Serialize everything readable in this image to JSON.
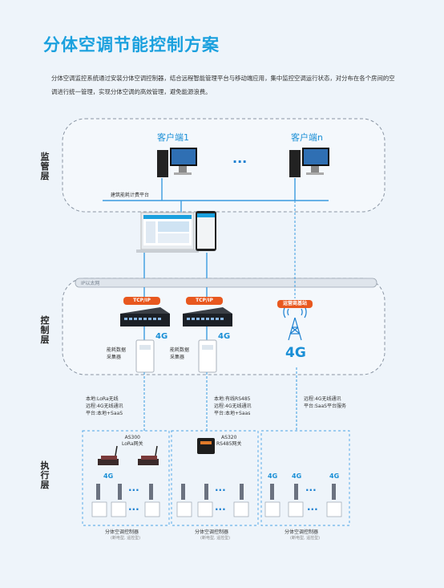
{
  "title": "分体空调节能控制方案",
  "intro": "分体空调监控系统通过安装分体空调控制器，结合远程智能管理平台与移动端应用，集中监控空调运行状态，对分布在各个房间的空调进行统一管理，实现分体空调的高效管理，避免能源浪费。",
  "layers": {
    "monitor": "监管层",
    "control": "控制层",
    "execute": "执行层"
  },
  "clients": {
    "client1": "客户端1",
    "clientn": "客户端n",
    "ellipsis": "···"
  },
  "platform_label": "建筑能耗计费平台",
  "ethernet_label": "IP以太网",
  "switches": [
    {
      "tag": "TCP/IP"
    },
    {
      "tag": "TCP/IP"
    }
  ],
  "base_station_tag": "运营商基站",
  "signal_4g": "4G",
  "collectors": [
    "能耗数据\n采集器",
    "能耗数据\n采集器"
  ],
  "links": [
    "本地:LoRa无线\n远程:4G无线通讯\n平台:本地+SaaS",
    "本地:有线RS485\n远程:4G无线通讯\n平台:本地+Saas",
    "远程:4G无线通讯\n平台:SaaS平台服务"
  ],
  "gateways": [
    "AS300\nLoRa网关",
    "AS320\nRS485网关"
  ],
  "controllers": [
    {
      "label": "分体空调控制器",
      "sub": "(断电型, 遥控型)"
    },
    {
      "label": "分体空调控制器",
      "sub": "(断电型, 遥控型)"
    },
    {
      "label": "分体空调控制器",
      "sub": "(断电型, 遥控型)"
    }
  ],
  "dots": "···",
  "colors": {
    "accent": "#1aa0de",
    "tag": "#e8581f",
    "line": "#3a9be0"
  }
}
